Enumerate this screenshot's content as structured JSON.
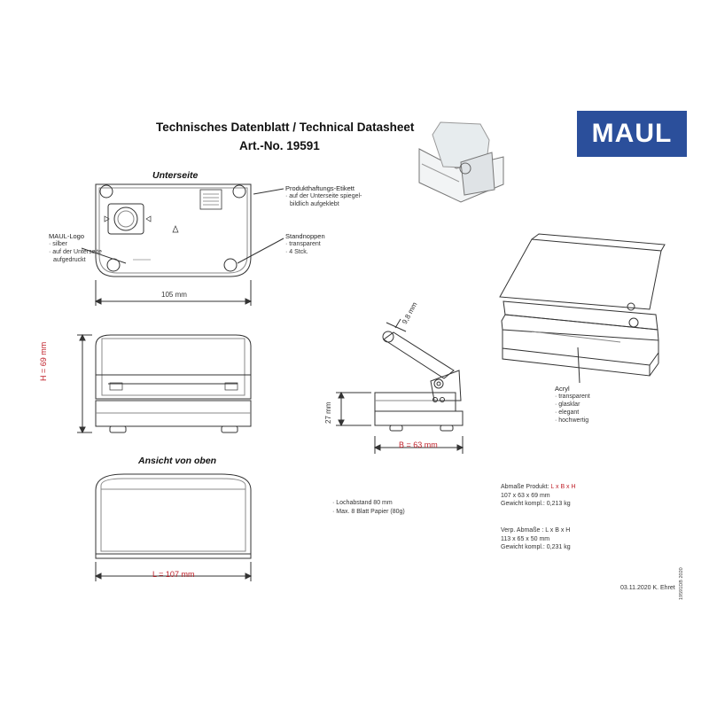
{
  "header": {
    "title_line1": "Technisches Datenblatt / Technical Datasheet",
    "title_line2": "Art.-No. 19591",
    "brand_logo": "MAUL"
  },
  "views": {
    "bottom": "Unterseite",
    "top": "Ansicht von oben"
  },
  "callouts": {
    "label_tag": {
      "title": "Produkthaftungs-Etikett",
      "lines": [
        "· auf der Unterseite spiegel-",
        "bildlich aufgeklebt"
      ]
    },
    "feet": {
      "title": "Standnoppen",
      "lines": [
        "· transparent",
        "· 4 Stck."
      ]
    },
    "logo": {
      "title": "MAUL-Logo",
      "lines": [
        "· silber",
        "· auf der Unterseite",
        "aufgedruckt"
      ]
    },
    "acrylic": {
      "title": "Acryl",
      "lines": [
        "· transparent",
        "· glasklar",
        "· elegant",
        "· hochwertig"
      ]
    }
  },
  "dimensions": {
    "bottom_width": "105 mm",
    "height": "H = 69 mm",
    "lever_width": "9,8 mm",
    "base_height": "27 mm",
    "depth": "B = 63 mm",
    "length": "L = 107 mm"
  },
  "features": {
    "line1": "· Lochabstand 80 mm",
    "line2": "· Max. 8 Blatt Papier (80g)"
  },
  "specs": {
    "product_label": "Abmaße Produkt:",
    "product_axes": "L x B x H",
    "product_dims": "107 x 63 x 69 mm",
    "product_weight": "Gewicht kompl.: 0,213 kg",
    "packaging_label": "Verp. Abmaße",
    "packaging_axes": ": L x B x H",
    "packaging_dims": "113 x 65 x 50 mm",
    "packaging_weight": "Gewicht kompl.: 0,231 kg"
  },
  "footer": {
    "date_author": "03.11.2020  K. Ehret",
    "doc_code": "19591DB 2020"
  },
  "colors": {
    "brand_blue": "#2b4f9b",
    "dimension_red": "#c0232c"
  }
}
